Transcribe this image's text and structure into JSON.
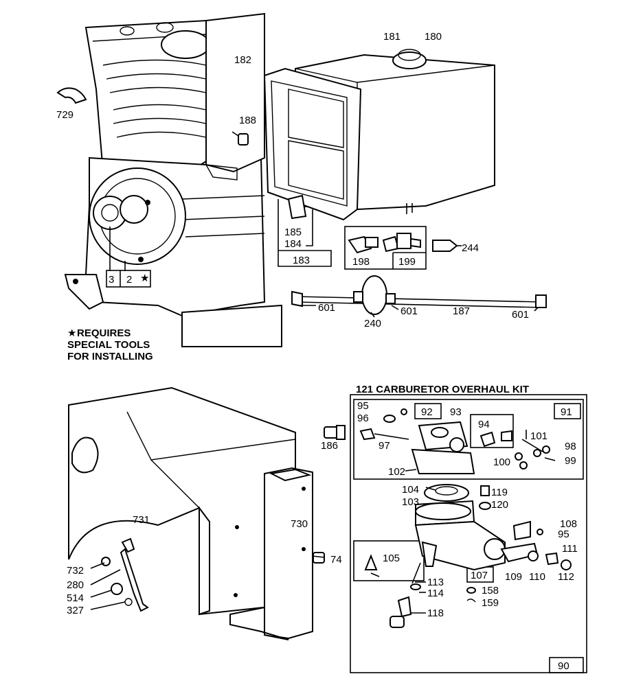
{
  "callouts": {
    "l729": "729",
    "l181": "181",
    "l180": "180",
    "l182": "182",
    "l188": "188",
    "l185": "185",
    "l184": "184",
    "l183": "183",
    "l198": "198",
    "l199": "199",
    "l244": "244",
    "l601a": "601",
    "l601b": "601",
    "l601c": "601",
    "l240": "240",
    "l187": "187",
    "l3": "3",
    "l2": "2",
    "l186": "186",
    "l731": "731",
    "l730": "730",
    "l74": "74",
    "l732": "732",
    "l280": "280",
    "l514": "514",
    "l327": "327",
    "l95a": "95",
    "l96": "96",
    "l92": "92",
    "l93": "93",
    "l91": "91",
    "l97": "97",
    "l94": "94",
    "l101": "101",
    "l98": "98",
    "l99": "99",
    "l100": "100",
    "l102": "102",
    "l104": "104",
    "l103": "103",
    "l119": "119",
    "l120": "120",
    "l108": "108",
    "l95b": "95",
    "l111": "111",
    "l105": "105",
    "l107": "107",
    "l109": "109",
    "l110": "110",
    "l112": "112",
    "l113": "113",
    "l114": "114",
    "l158": "158",
    "l159": "159",
    "l118": "118",
    "l90": "90"
  },
  "note": {
    "star": "★",
    "line1": "REQUIRES",
    "line2": "SPECIAL TOOLS",
    "line3": "FOR INSTALLING"
  },
  "kit_title": "121 CARBURETOR OVERHAUL KIT"
}
